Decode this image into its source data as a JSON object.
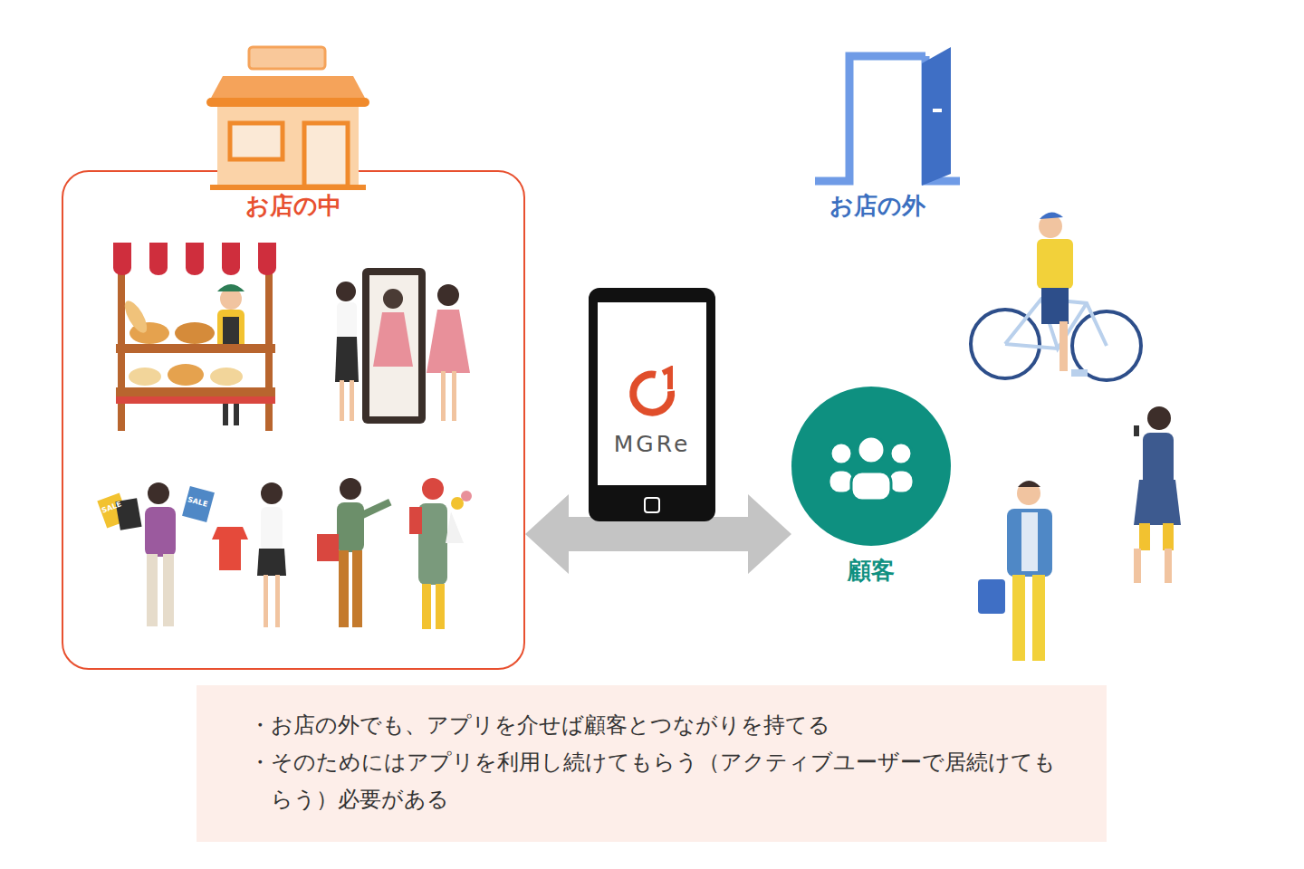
{
  "diagram": {
    "nodes": [
      {
        "text": [
          "お店の中"
        ]
      },
      {
        "text": [
          "MGRe"
        ]
      },
      {
        "text": [
          "顧客"
        ]
      },
      {
        "text": [
          "・お店の外でも、アプリを介せば顧客とつながりを持てる",
          "・そのためにはアプリを利用し続けてもらう（アクティブユーザーで居続けてもらう）必要がある"
        ]
      }
    ],
    "edges": [
      {
        "from": 0,
        "to": 2,
        "arrow": "both"
      }
    ],
    "labels": [
      "お店の外",
      "SALE",
      "SALE"
    ]
  }
}
